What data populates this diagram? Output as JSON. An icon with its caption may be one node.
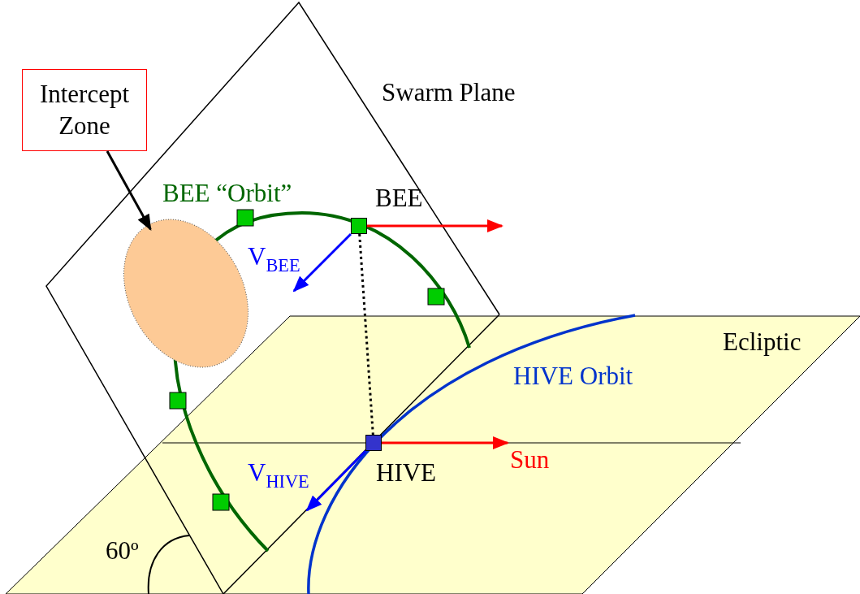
{
  "diagram": {
    "nodes": [
      {
        "text": [
          "Intercept Zone"
        ]
      },
      {
        "text": [],
        "shape": "ellipse"
      },
      {
        "text": [],
        "shape": "box",
        "beside": [
          "BEE"
        ]
      },
      {
        "text": [],
        "shape": "box",
        "beside": [
          "HIVE"
        ]
      }
    ],
    "edges": [
      {
        "from": 0,
        "to": 1,
        "arrow": "to",
        "color": "#000000"
      },
      {
        "from": 2,
        "to": 3,
        "arrow": "none",
        "style": "dashed",
        "color": "#000000"
      },
      {
        "from": 2,
        "to": null,
        "arrow": "to",
        "color": "#ff0000"
      },
      {
        "from": 2,
        "to": null,
        "arrow": "to",
        "label": "V$_{BEE}$",
        "color": "#0000ff"
      },
      {
        "from": 3,
        "to": null,
        "arrow": "to",
        "label": "Sun",
        "color": "#ff0000"
      },
      {
        "from": 3,
        "to": null,
        "arrow": "to",
        "label": "V$_{HIVE}$",
        "color": "#0000ff"
      }
    ],
    "labels": [
      "Swarm Plane",
      "BEE “Orbit”",
      "Ecliptic",
      "HIVE Orbit",
      "60º"
    ]
  }
}
